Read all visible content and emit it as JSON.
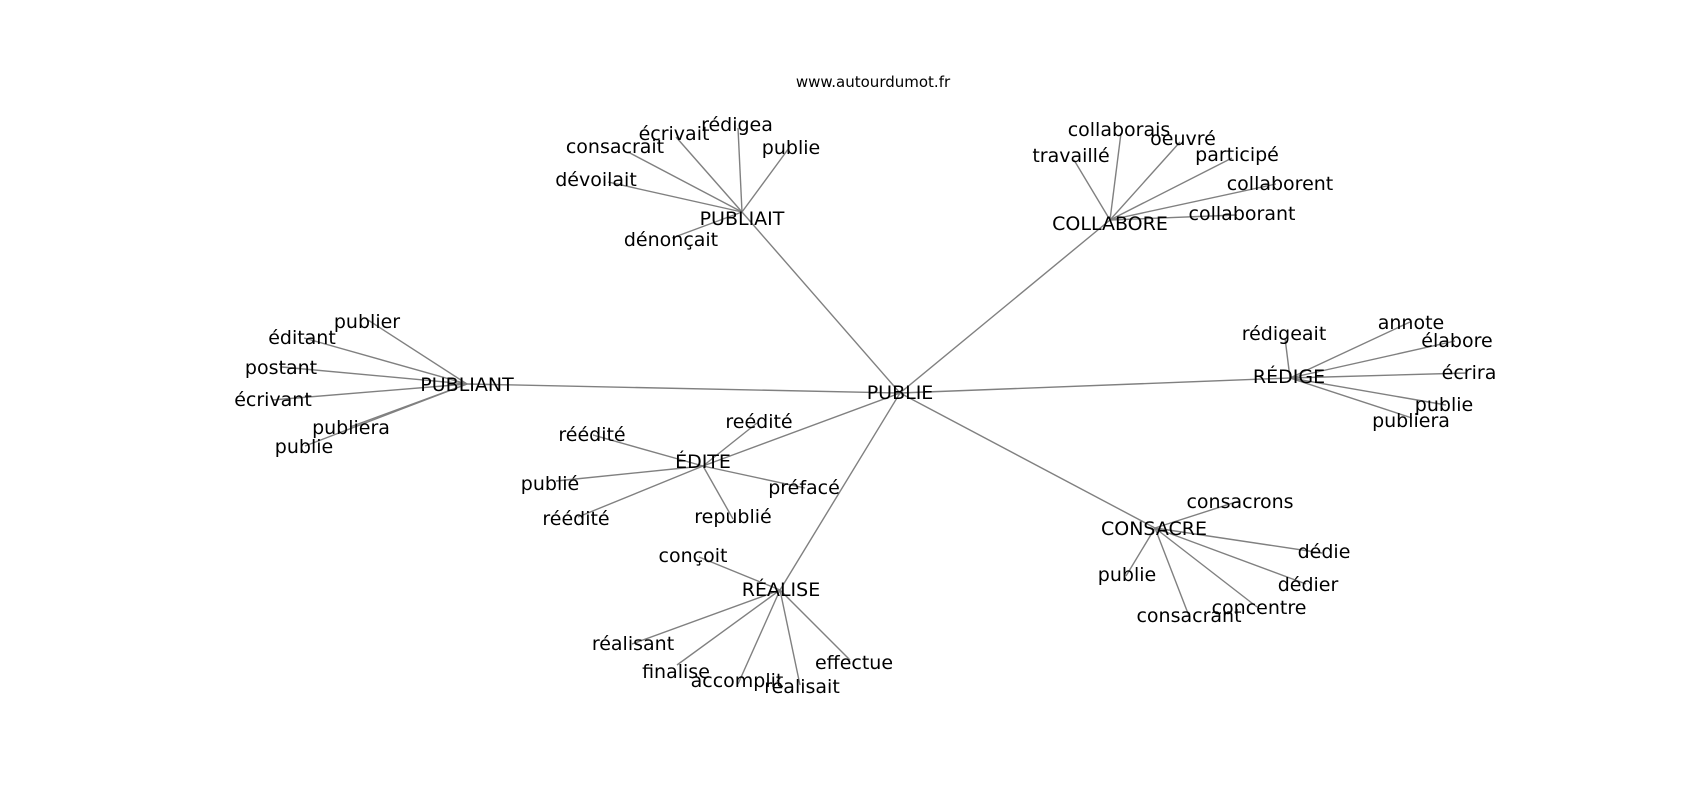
{
  "source": "www.autourdumot.fr",
  "center": "PUBLIE",
  "clusters": [
    {
      "hub": "PUBLIAIT",
      "words": [
        "rédigea",
        "écrivait",
        "consacrait",
        "publie",
        "dévoilait",
        "dénonçait"
      ]
    },
    {
      "hub": "COLLABORE",
      "words": [
        "collaborais",
        "oeuvré",
        "travaillé",
        "participé",
        "collaborent",
        "collaborant"
      ]
    },
    {
      "hub": "PUBLIANT",
      "words": [
        "publier",
        "éditant",
        "postant",
        "écrivant",
        "publiera",
        "publie"
      ]
    },
    {
      "hub": "RÉDIGE",
      "words": [
        "rédigeait",
        "annote",
        "élabore",
        "écrira",
        "publie",
        "publiera"
      ]
    },
    {
      "hub": "ÉDITE",
      "words": [
        "réédité",
        "reédité",
        "publié",
        "préfacé",
        "réédité",
        "republié"
      ]
    },
    {
      "hub": "CONSACRE",
      "words": [
        "consacrons",
        "dédie",
        "publie",
        "dédier",
        "concentre",
        "consacrant"
      ]
    },
    {
      "hub": "RÉALISE",
      "words": [
        "conçoit",
        "réalisant",
        "finalise",
        "accomplit",
        "réalisait",
        "effectue"
      ]
    }
  ]
}
